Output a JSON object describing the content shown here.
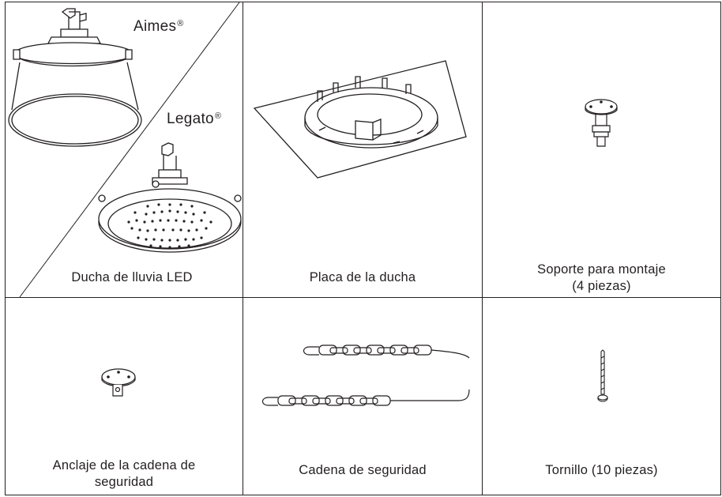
{
  "panel": {
    "brand_aimes": "Aimes",
    "brand_legato": "Legato",
    "registered_mark": "®"
  },
  "parts": [
    {
      "caption_lines": [
        "Ducha de lluvia LED"
      ],
      "icon": "rain-shower-head-icon"
    },
    {
      "caption_lines": [
        "Placa de la ducha"
      ],
      "icon": "shower-plate-icon"
    },
    {
      "caption_lines": [
        "Soporte para montaje",
        "(4 piezas)"
      ],
      "icon": "mounting-bracket-icon"
    },
    {
      "caption_lines": [
        "Anclaje de la cadena de",
        "seguridad"
      ],
      "icon": "chain-anchor-icon"
    },
    {
      "caption_lines": [
        "Cadena de seguridad"
      ],
      "icon": "safety-chain-icon"
    },
    {
      "caption_lines": [
        "Tornillo (10 piezas)"
      ],
      "icon": "screw-icon"
    }
  ]
}
